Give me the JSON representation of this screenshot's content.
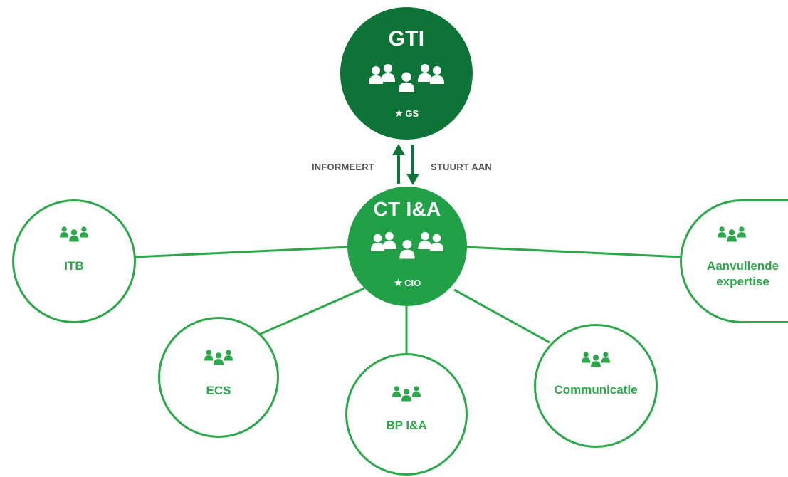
{
  "top_node": {
    "title": "GTI",
    "role": "GS"
  },
  "center_node": {
    "title": "CT I&A",
    "role": "CIO"
  },
  "relation": {
    "up_label": "INFORMEERT",
    "down_label": "STUURT AAN"
  },
  "satellites": {
    "itb": "ITB",
    "ecs": "ECS",
    "bp": "BP I&A",
    "communicatie": "Communicatie",
    "aanvullende_line1": "Aanvullende",
    "aanvullende_line2": "expertise"
  },
  "colors": {
    "dark_green": "#0e7336",
    "mid_green": "#21a047",
    "line_green": "#2ca84a",
    "label_grey": "#555555"
  }
}
